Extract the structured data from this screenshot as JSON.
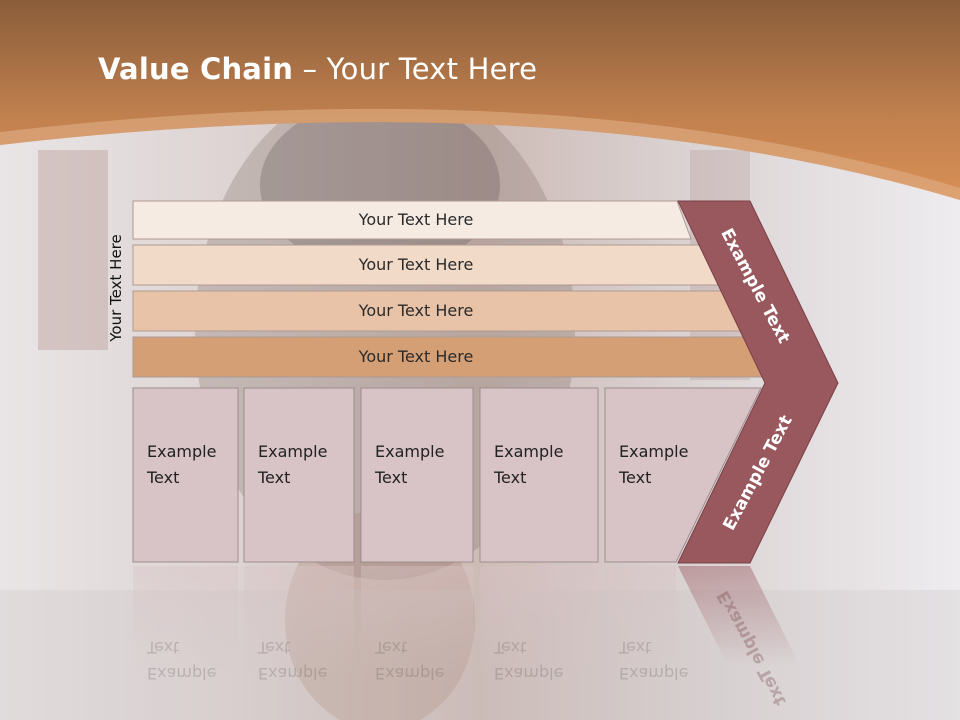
{
  "title": {
    "bold": "Value Chain",
    "rest": " – Your Text Here"
  },
  "side_label": "Your Text Here",
  "rows": [
    {
      "label": "Your Text Here",
      "color": "#f6ebe3"
    },
    {
      "label": "Your Text Here",
      "color": "#f2dac9"
    },
    {
      "label": "Your Text Here",
      "color": "#e9c3a7"
    },
    {
      "label": "Your Text Here",
      "color": "#d59f75"
    }
  ],
  "boxes": [
    {
      "line1": "Example",
      "line2": "Text"
    },
    {
      "line1": "Example",
      "line2": "Text"
    },
    {
      "line1": "Example",
      "line2": "Text"
    },
    {
      "line1": "Example",
      "line2": "Text"
    },
    {
      "line1": "Example",
      "line2": "Text"
    }
  ],
  "chevron": {
    "upper_label": "Example Text",
    "lower_label": "Example Text",
    "color": "#98585d"
  },
  "colors": {
    "header_top": "#8c5f3b",
    "header_bottom": "#d28a52",
    "box_fill": "#d8c3c6",
    "box_stroke": "#9c8d8f"
  }
}
